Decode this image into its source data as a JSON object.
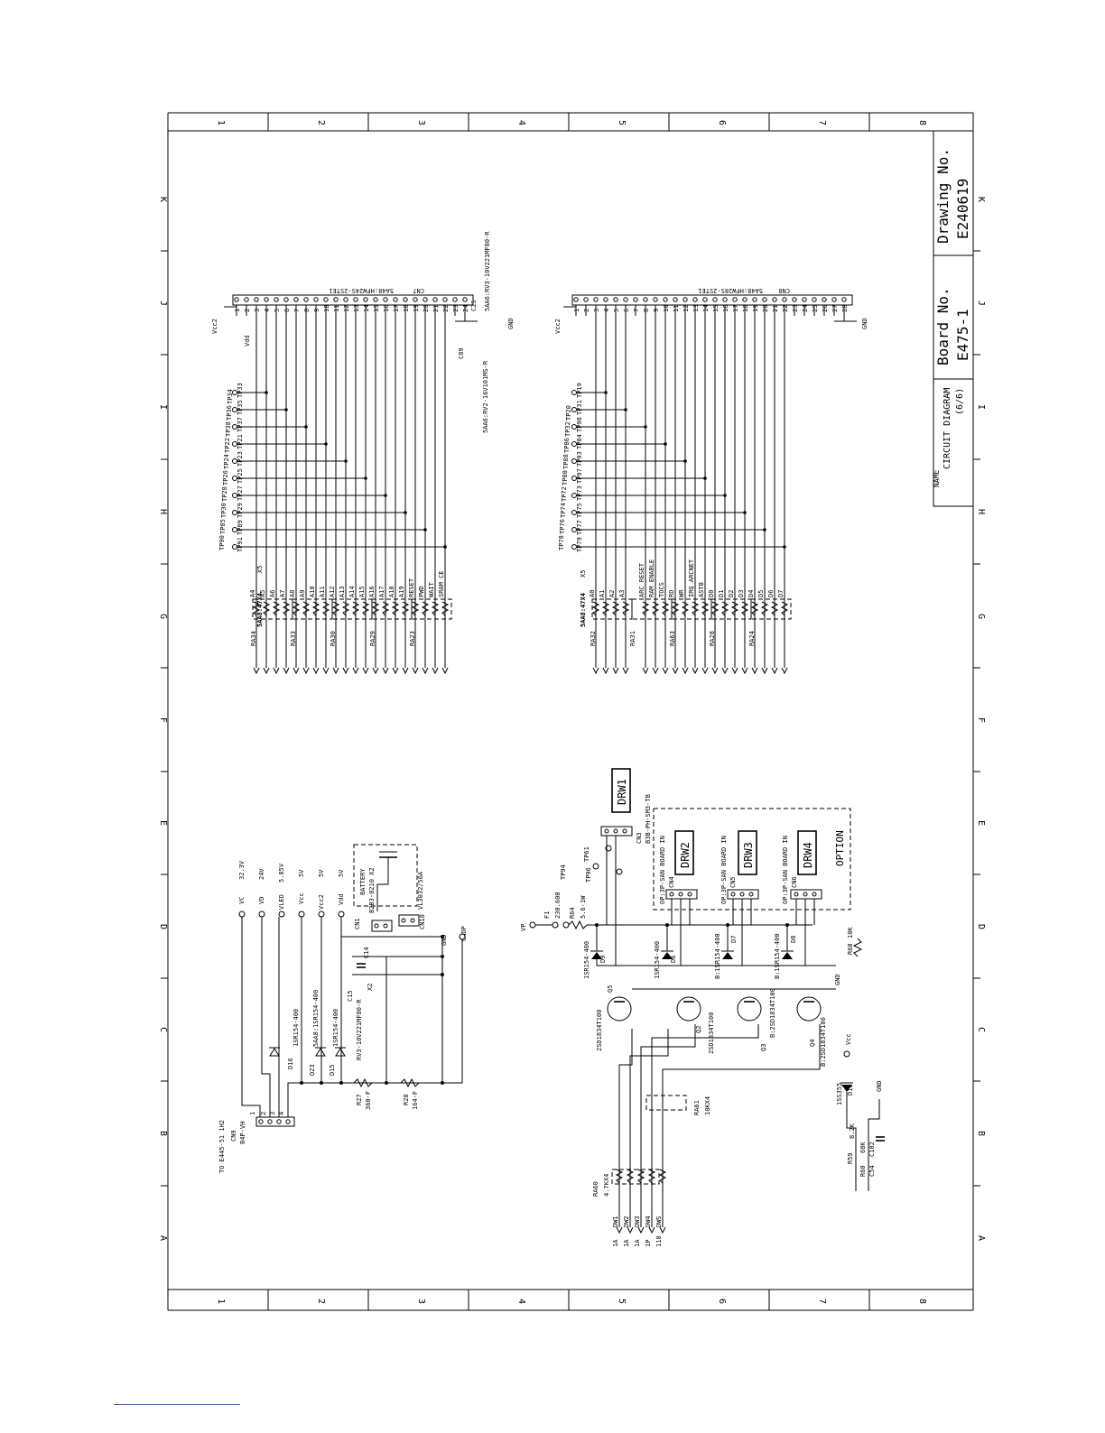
{
  "border": {
    "columns": [
      "1",
      "2",
      "3",
      "4",
      "5",
      "6",
      "7",
      "8"
    ],
    "rows": [
      "A",
      "B",
      "C",
      "D",
      "E",
      "F",
      "G",
      "H",
      "I",
      "J",
      "K"
    ]
  },
  "title_block": {
    "name_label": "NAME",
    "name_value": "CIRCUIT DIAGRAM",
    "sheet": "(6/6)",
    "board_label": "Board No.",
    "board_value": "E475-1",
    "drawing_label": "Drawing No.",
    "drawing_value": "E240619"
  },
  "cn7": {
    "ref": "CN7",
    "part": "5A48:HFW24S-2STE1",
    "pins": [
      "1",
      "2",
      "3",
      "4",
      "5",
      "6",
      "7",
      "8",
      "9",
      "10",
      "11",
      "12",
      "13",
      "14",
      "15",
      "16",
      "17",
      "18",
      "19",
      "20",
      "21",
      "22",
      "23",
      "24"
    ],
    "signals": [
      "A4",
      "A5",
      "A6",
      "A7",
      "A8",
      "A9",
      "A10",
      "A11",
      "A12",
      "A13",
      "A14",
      "A15",
      "A16",
      "A17",
      "A18",
      "A19",
      "RESET",
      "PWD",
      "WAIT",
      "SRAM CE"
    ],
    "networks": [
      "RA34",
      "RA33",
      "RA30",
      "RA29",
      "RA23"
    ],
    "network_part": "5AA8:47X4",
    "x_label": "X5",
    "vcc": "Vcc2",
    "vdd": "Vdd",
    "testpoints_top": [
      "TP90",
      "TP85",
      "TP30",
      "TP28",
      "TP26",
      "TP24",
      "TP22",
      "TP38",
      "TP36",
      "TP34"
    ],
    "testpoints_bottom": [
      "TP91",
      "TP89",
      "TP29",
      "TP27",
      "TP25",
      "TP23",
      "TP21",
      "TP37",
      "TP35",
      "TP33"
    ],
    "cap_c89": "C89",
    "cap_c89_part": "5AA6:RV2-16V101MS-R",
    "cap_c25": "C25",
    "cap_c25_part": "5AA6:RV3-10V221MF80-R",
    "gnd": "GND"
  },
  "cn8": {
    "ref": "CN8",
    "part": "5A48:HFW28S-2STE1",
    "pins": [
      "1",
      "2",
      "3",
      "4",
      "5",
      "6",
      "7",
      "8",
      "9",
      "10",
      "11",
      "12",
      "13",
      "14",
      "15",
      "16",
      "17",
      "18",
      "19",
      "20",
      "21",
      "22",
      "23",
      "24",
      "25",
      "26",
      "27",
      "28"
    ],
    "signals": [
      "A0",
      "A1",
      "A2",
      "A3",
      "ARC RESET",
      "RAM ENABLE",
      "TOCS",
      "RD",
      "WR",
      "IRQ ARCNET",
      "ASTB",
      "D0",
      "D1",
      "D2",
      "D3",
      "D4",
      "D5",
      "D6",
      "D7"
    ],
    "networks": [
      "RA32",
      "RA31",
      "RA63",
      "RA28",
      "RA24"
    ],
    "network_part": "5AA8:47X4",
    "x_label": "X5",
    "vcc": "Vcc2",
    "testpoints_top": [
      "TP78",
      "TP76",
      "TP74",
      "TP72",
      "TP80",
      "TP88",
      "TP86",
      "TP32",
      "TP20"
    ],
    "testpoints_bottom": [
      "TP79",
      "TP77",
      "TP75",
      "TP73",
      "TP97",
      "TP93",
      "TP84",
      "TP98",
      "TP31",
      "TP19"
    ],
    "gnd": "GND"
  },
  "power": {
    "connector_ref": "CN9",
    "connector_part": "B4P-VH",
    "to_label": "TO E445-51 1H2",
    "pins": [
      "1",
      "2",
      "3",
      "4"
    ],
    "rails": [
      {
        "name": "VC",
        "value": "32.3V"
      },
      {
        "name": "VD",
        "value": "24V"
      },
      {
        "name": "VLED",
        "value": "5.85V"
      },
      {
        "name": "Vcc",
        "value": "5V"
      },
      {
        "name": "Vcc2",
        "value": "5V"
      },
      {
        "name": "Vdd",
        "value": "5V"
      }
    ],
    "diodes": [
      "D16",
      "D23",
      "D15"
    ],
    "diode_parts": [
      "1SR154-400",
      "5AA8:1SR154-400",
      "1SR154-400"
    ],
    "r27": "R27",
    "r27_value": "360-F",
    "r28": "R28",
    "r28_value": "164-F",
    "c14": "C14",
    "c15": "C15",
    "c15_part": "RV3-10V221MF80-R",
    "x2": "X2",
    "cn1": "CN1",
    "cn10": "CN10",
    "b_part": "B2B3-0210 X2",
    "battery": "BATTERY",
    "battery_part": "VL3032/56A",
    "gnd": "GND",
    "gndp": "GNDP"
  },
  "drawer": {
    "vp": "VP",
    "fuse": "F1",
    "fuse_value": "230.600",
    "r64": "R64",
    "r64_value": "5.6-1W",
    "tp94": "TP94",
    "tp96": "TP96",
    "tp61": "TP61",
    "cn3": "CN3",
    "cn3_part": "B3B-PH-SM3-TB",
    "drw_labels": [
      "DRW1",
      "DRW2",
      "DRW3",
      "DRW4"
    ],
    "option_label": "OPTION",
    "board_in": "OP:3P-SAN BOARD IN",
    "cn_refs": [
      "CN4",
      "CN5",
      "CN6"
    ],
    "diodes": [
      "D9",
      "D6",
      "D7",
      "D8"
    ],
    "diode_parts": [
      "1SR154-400",
      "1SR154-400",
      "B:1SR154-400",
      "B:1SR154-400"
    ],
    "transistors": [
      "Q5",
      "Q2",
      "Q3",
      "Q4"
    ],
    "transistor_parts": [
      "2SD1834T100",
      "2SD1834T100",
      "B:2SD1834T100",
      "B:2SD1834T100"
    ],
    "ra60": "RA60",
    "ra60_value": "4.7KX4",
    "ra61": "RA61",
    "ra61_value": "10KX4",
    "r68": "R68",
    "r68_value": "10K",
    "r59": "R59",
    "r59_value": "8.2K",
    "r60": "R60",
    "r60_value": "68K",
    "c54": "C54",
    "c102": "C102",
    "d10": "D10",
    "d10_part": "1SS355",
    "vcc": "Vcc",
    "gnd": "GND",
    "inputs": [
      "DW1",
      "DW2",
      "DW3",
      "DW4",
      "DWS"
    ],
    "input_codes": [
      "1A",
      "1A",
      "1A",
      "1P",
      "110"
    ]
  }
}
